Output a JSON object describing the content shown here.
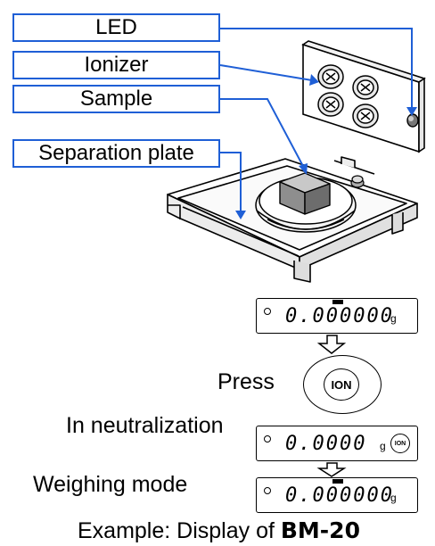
{
  "callouts": {
    "led": "LED",
    "ionizer": "Ionizer",
    "sample": "Sample",
    "separation_plate": "Separation plate"
  },
  "displays": {
    "initial": {
      "value": "0.000000",
      "unit": "g"
    },
    "neutralizing": {
      "value": "0.0000",
      "unit": "g",
      "badge": "ION"
    },
    "weighing": {
      "value": "0.000000",
      "unit": "g"
    }
  },
  "steps": {
    "press": "Press",
    "ion_key": "ION",
    "in_neutralization": "In neutralization",
    "weighing_mode": "Weighing mode"
  },
  "caption": {
    "prefix": "Example:  Display of ",
    "model": "BM-20"
  },
  "colors": {
    "callout_border": "#1f5fd6",
    "leader_line": "#1f5fd6"
  }
}
